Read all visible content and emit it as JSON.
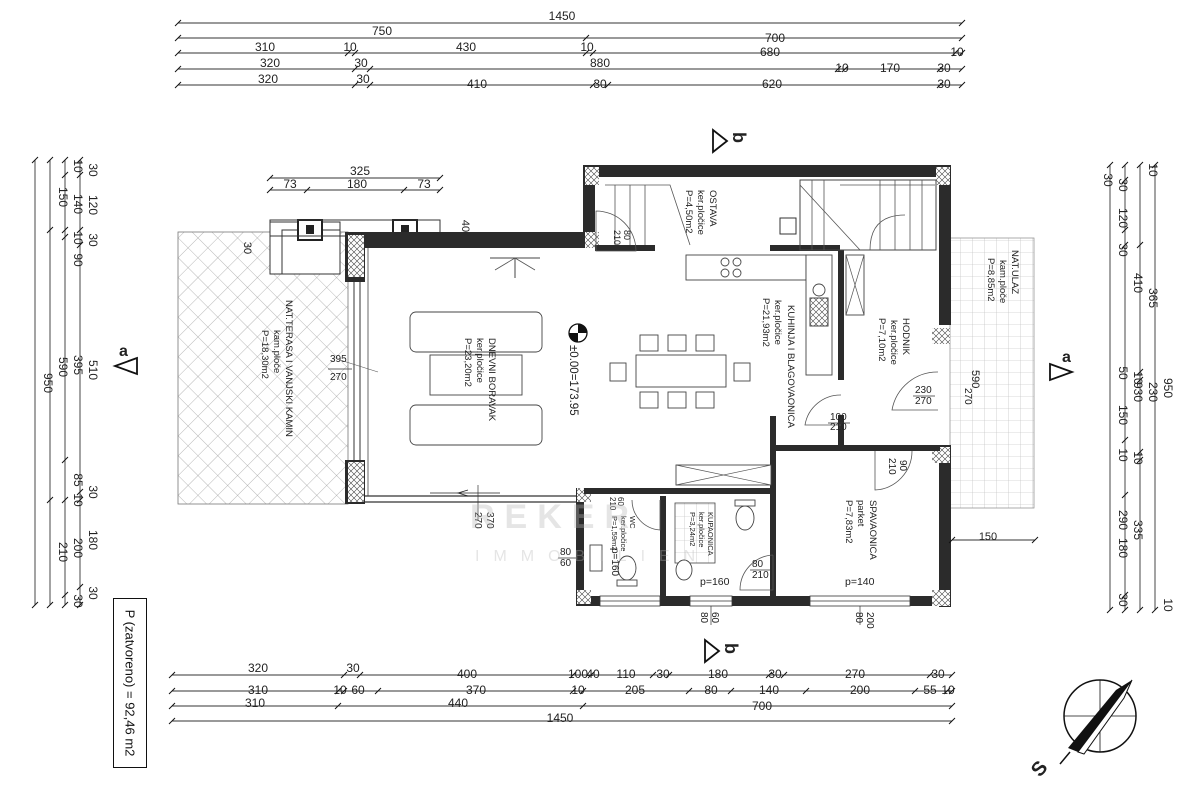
{
  "top_dimensions": {
    "row1": [
      "1450"
    ],
    "row2": [
      "750",
      "700"
    ],
    "row3": [
      "310",
      "10",
      "430",
      "10",
      "680",
      "10"
    ],
    "row4": [
      "320",
      "30",
      "880",
      "10",
      "170",
      "30"
    ],
    "row5": [
      "320",
      "30",
      "410",
      "30",
      "620",
      "30"
    ]
  },
  "bottom_dimensions": {
    "row1": [
      "320",
      "30",
      "400",
      "100",
      "40",
      "110",
      "30",
      "180",
      "30",
      "270",
      "30"
    ],
    "row2": [
      "310",
      "10",
      "60",
      "370",
      "10",
      "205",
      "80",
      "140",
      "200",
      "55",
      "10"
    ],
    "row3": [
      "310",
      "440",
      "700"
    ],
    "row4": [
      "1450"
    ]
  },
  "left_dimensions": {
    "outer": "950",
    "col2": [
      "150",
      "590",
      "210"
    ],
    "col3": [
      "10",
      "140",
      "10",
      "395",
      "85",
      "10",
      "200",
      "30"
    ],
    "col4": [
      "30",
      "120",
      "30",
      "90",
      "510",
      "30",
      "180",
      "30"
    ]
  },
  "right_dimensions": {
    "outer": "950",
    "col2": [
      "10",
      "365",
      "930",
      "335",
      "10"
    ],
    "col3": [
      "30",
      "120",
      "30",
      "410",
      "50",
      "150",
      "10",
      "290",
      "180",
      "30"
    ],
    "col4": [
      "30",
      "230",
      "10",
      "10"
    ]
  },
  "terrace_dims": {
    "total": "325",
    "parts": [
      "73",
      "180",
      "73"
    ],
    "side": "30",
    "small": "40"
  },
  "rooms": {
    "terrace": {
      "name": "NAT.TERASA I VANJSKI KAMIN",
      "floor": "kam.ploče",
      "area": "P=18,30m2"
    },
    "living": {
      "name": "DNEVNI BORAVAK",
      "floor": "ker.pločice",
      "area": "P=23,20m2"
    },
    "kitchen": {
      "name": "KUHINJA I BLAGOVAONICA",
      "floor": "ker.pločice",
      "area": "P=21,93m2"
    },
    "storage": {
      "name": "OSTAVA",
      "floor": "ker.pločice",
      "area": "P=4,50m2"
    },
    "hall": {
      "name": "HODNIK",
      "floor": "ker.pločice",
      "area": "P=7,10m2"
    },
    "entry": {
      "name": "NAT.ULAZ",
      "floor": "kam.ploče",
      "area": "P=8,85m2"
    },
    "bedroom": {
      "name": "SPAVAONICA",
      "floor": "parket",
      "area": "P=7,83m2"
    },
    "bathroom": {
      "name": "KUPAONICA",
      "floor": "ker.pločice",
      "area": "P=3,24m2"
    },
    "wc": {
      "name": "WC",
      "floor": "ker.pločice",
      "area": "P=1,59m2"
    }
  },
  "elevation_label": "±0.00=173.95",
  "door_labels": {
    "storage_door": [
      "80",
      "210"
    ],
    "living_opening": [
      "395",
      "270"
    ],
    "hall_window": [
      "230",
      "270"
    ],
    "kitchen_door": [
      "100",
      "210"
    ],
    "hall_door": [
      "90",
      "210"
    ],
    "entry_window": [
      "590"
    ],
    "terrace_door": [
      "370",
      "270"
    ],
    "bath_door": [
      "80",
      "210"
    ],
    "wc_door": [
      "80",
      "60"
    ],
    "small_door": [
      "60",
      "210"
    ],
    "parapet1": "p=160",
    "parapet2": "p=160",
    "parapet3": "p=140",
    "win_bottom1": [
      "60",
      "80"
    ],
    "win_bottom2": [
      "200",
      "80"
    ],
    "bedroom_side": "150",
    "terrace_top": "270"
  },
  "section_markers": {
    "top": "b",
    "bottom": "b",
    "left": "a",
    "right": "a"
  },
  "area_total": "P (zatvoreno) = 92,46 m2",
  "north_label": "S",
  "watermark": {
    "line1": "REKER",
    "line2": "IMMOBILIEN"
  }
}
